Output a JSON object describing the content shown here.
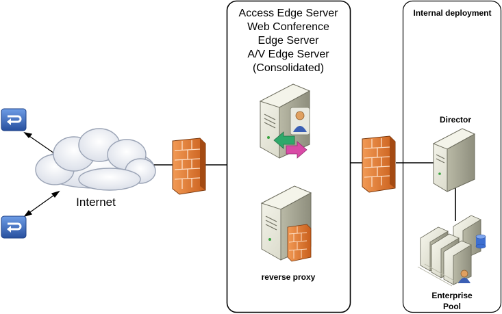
{
  "edge_box": {
    "lines": [
      "Access Edge Server",
      "Web Conference",
      "Edge Server",
      "A/V Edge Server",
      "(Consolidated)"
    ],
    "reverse_proxy_label": "reverse proxy"
  },
  "internal_box": {
    "title": "Internal deployment",
    "director_label": "Director",
    "pool_label_line1": "Enterprise",
    "pool_label_line2": "Pool"
  },
  "internet": {
    "label": "Internet"
  },
  "icons": {
    "client": "communicator-client-icon",
    "cloud": "internet-cloud-icon",
    "firewall": "firewall-icon",
    "edge_server": "edge-server-icon",
    "reverse_proxy": "reverse-proxy-server-icon",
    "director": "director-server-icon",
    "pool": "enterprise-pool-icon"
  },
  "colors": {
    "firewall": "#E07B35",
    "client_icon": "#3B6FC4",
    "server_body": "#E8E8D8",
    "box_border": "#000000"
  }
}
